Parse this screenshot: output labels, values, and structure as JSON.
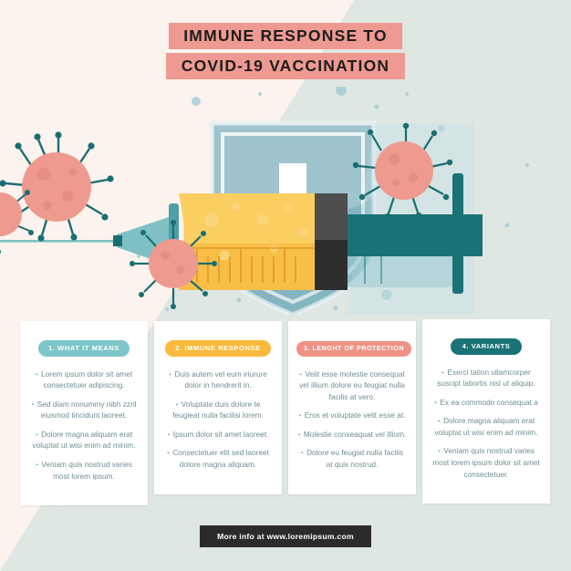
{
  "title": {
    "line1": "IMMUNE RESPONSE TO",
    "line2": "COVID-19 VACCINATION",
    "bar_color": "#EE9A92",
    "text_color": "#1D1D1B"
  },
  "background": {
    "upper_left_color": "#FDF3EE",
    "lower_right_color": "#DFE7E3"
  },
  "illustration": {
    "name": "shield-syringe-virus-illustration",
    "shield_color": "#8CB8C4",
    "shield_inner_color": "#9FC6CE",
    "shield_highlight_color": "#B9D6DC",
    "cross_color": "#FFFFFF",
    "syringe_barrel_color": "#F9BE46",
    "syringe_barrel_light_color": "#FBCE62",
    "syringe_plunger_dark_color": "#3A3A3A",
    "syringe_plunger_mid_color": "#4E4E4E",
    "syringe_rod_color": "#1A7276",
    "needle_color": "#7FC0C4",
    "virus_body_color": "#EE9A8E",
    "virus_spike_color": "#1A6E72"
  },
  "cards": [
    {
      "badge": "1. WHAT IT MEANS",
      "badge_color": "#7DC5C8",
      "bullets": [
        "Lorem ipsum dolor sit amet consectetuer adipiscing.",
        "Sed diam nonummy nibh zzril eiusmod tincidunt laoreet.",
        "Dolore magna aliquam erat voluptat ut wisi enim ad minim.",
        "Veniam quis nostrud varies most lorem ipsum."
      ]
    },
    {
      "badge": "2. IMMUNE RESPONSE",
      "badge_color": "#F9B93D",
      "bullets": [
        "Duis autem vel eum iriurure dolor in hendrerit in.",
        "Voluptate duis dolore te feugieat nulla facilisi lorem.",
        "Ipsum dolor sit amet laoreet.",
        "Consectetuer elit sed laoreet dolore magna aliquam."
      ]
    },
    {
      "badge": "3. LENGHT OF PROTECTION",
      "badge_color": "#EE9385",
      "bullets": [
        "Velit esse molestie consequat vel illium dolore eu feugiat nulla facilis at vero.",
        "Eros et voluptate velit esse at.",
        "Molestie conseaquat vel illium.",
        "Dolore eu feugiat nulla facilis at quis nostrud."
      ]
    },
    {
      "badge": "4. VARIANTS",
      "badge_color": "#1A7276",
      "bullets": [
        "Exerci tation ullamcorper suscipt labortis nisl ut aliquip.",
        "Ex ea commodo consequat a",
        "Dolore magna aliquam erat voluptat ut wisi enim ad minim.",
        "Veniam quis nostrud varies most lorem ipsum dolor sit amet consectetuer."
      ]
    }
  ],
  "footer": {
    "text": "More info at www.loremipsum.com",
    "bar_color": "#2B2B2B",
    "text_color": "#FFFFFF"
  }
}
